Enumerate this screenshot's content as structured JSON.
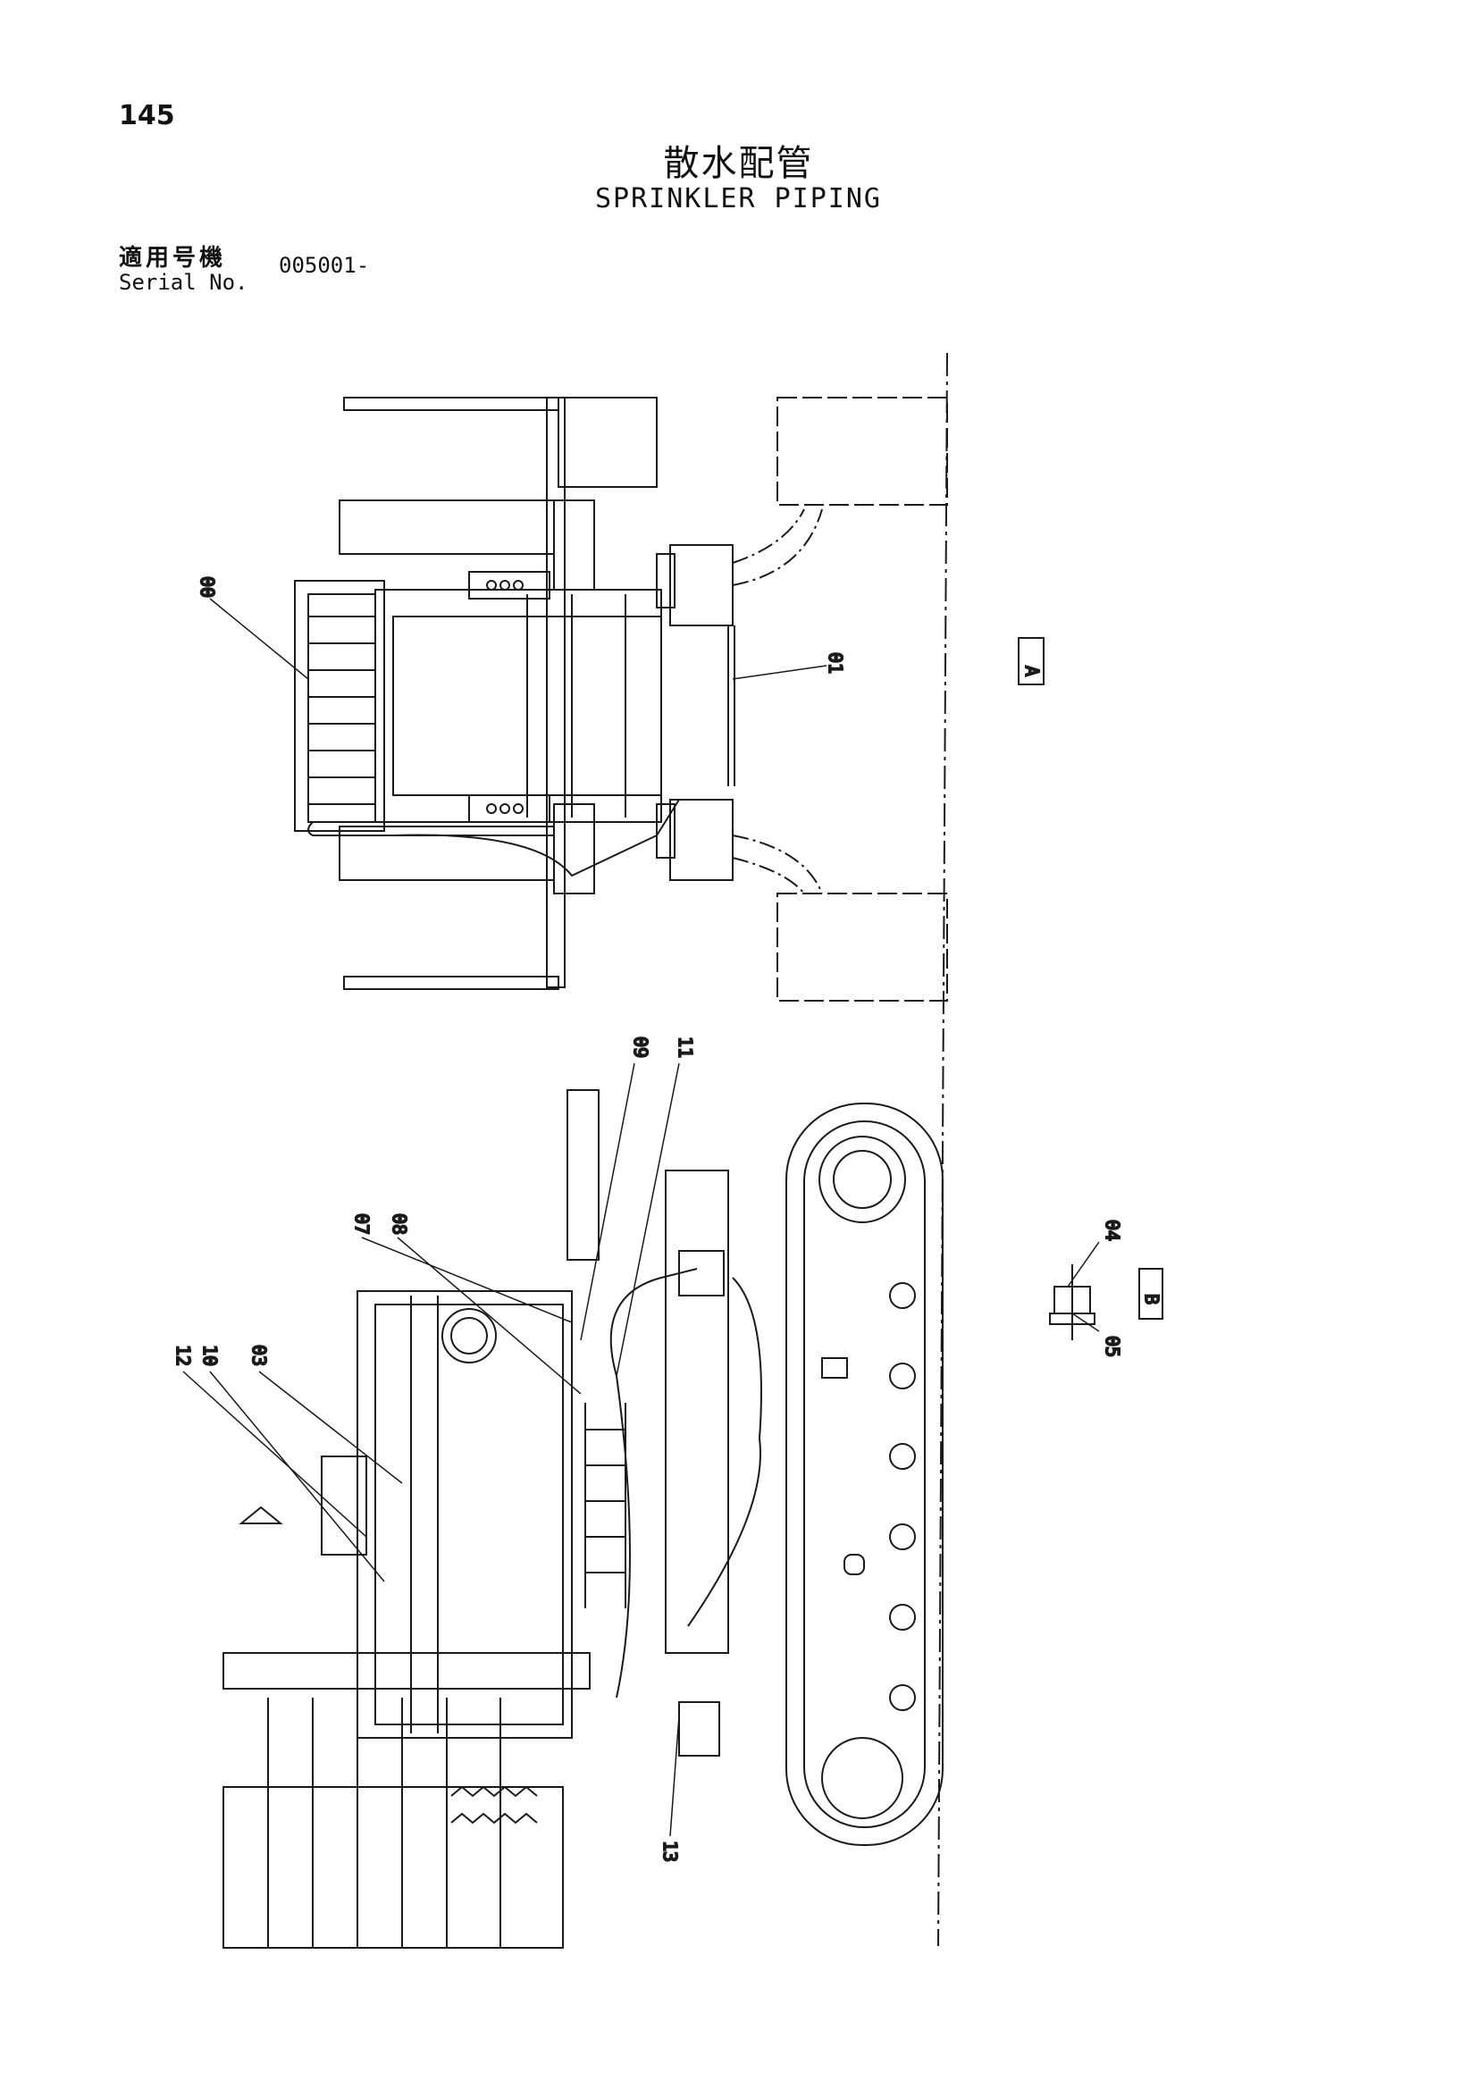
{
  "page": {
    "number": "145",
    "title_jp": "散水配管",
    "title_en": "SPRINKLER PIPING"
  },
  "serial": {
    "label_jp": "適用号機",
    "label_en": "Serial No.",
    "value": "005001-"
  },
  "callouts": {
    "c00": "00",
    "c01": "01",
    "c03": "03",
    "c04": "04",
    "c05": "05",
    "c07": "07",
    "c08": "08",
    "c09": "09",
    "c10": "10",
    "c11": "11",
    "c12": "12",
    "c13": "13"
  },
  "view_tags": {
    "a": "A",
    "b": "B"
  }
}
